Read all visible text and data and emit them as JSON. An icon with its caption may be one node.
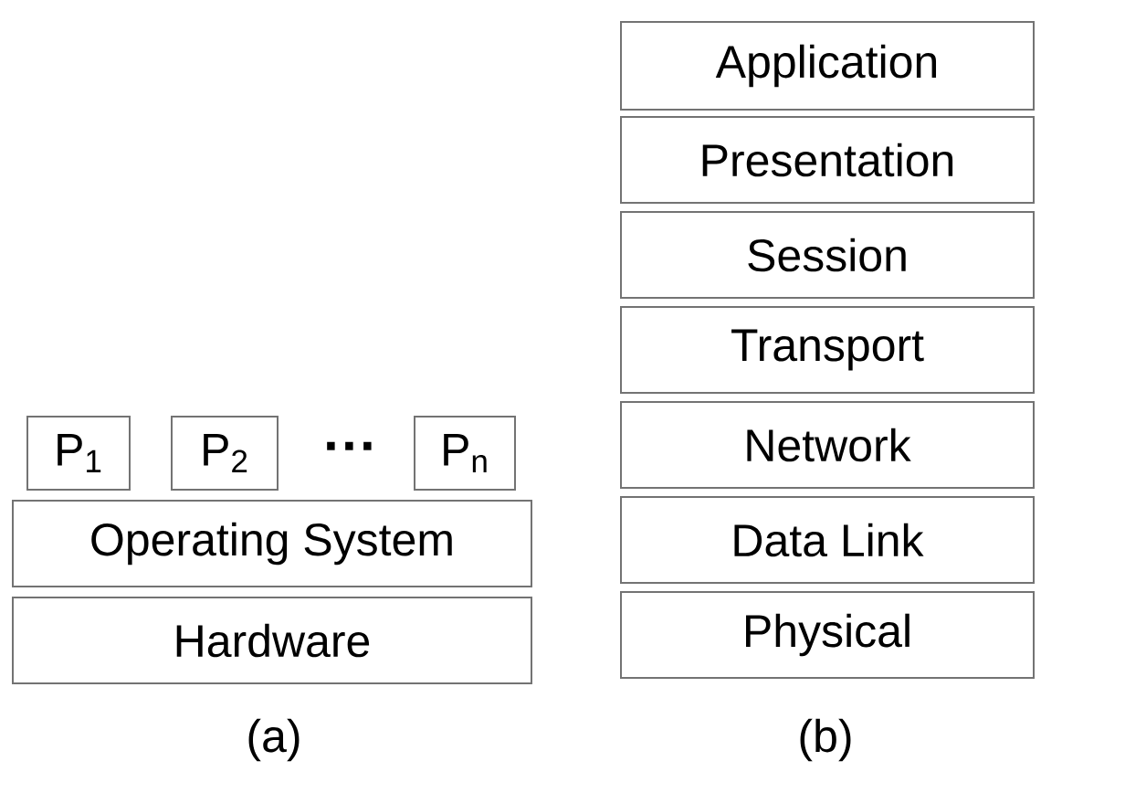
{
  "diagram": {
    "nodes": [
      {
        "text": [
          "P$_{1}$"
        ]
      },
      {
        "text": [
          "P$_{2}$"
        ]
      },
      {
        "text": [
          "P$_{n}$"
        ]
      },
      {
        "text": [
          "Operating System"
        ]
      },
      {
        "text": [
          "Hardware"
        ]
      },
      {
        "text": [
          "Application"
        ]
      },
      {
        "text": [
          "Presentation"
        ]
      },
      {
        "text": [
          "Session"
        ]
      },
      {
        "text": [
          "Transport"
        ]
      },
      {
        "text": [
          "Network"
        ]
      },
      {
        "text": [
          "Data Link"
        ]
      },
      {
        "text": [
          "Physical"
        ]
      }
    ],
    "labels": [
      "···",
      "(a)",
      "(b)"
    ]
  }
}
